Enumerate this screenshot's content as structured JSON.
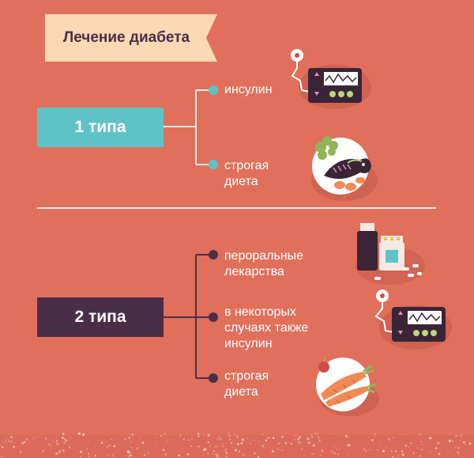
{
  "title": "Лечение диабета",
  "types": [
    {
      "label": "1 типа",
      "treatments": [
        "инсулин",
        "строгая\nдиета"
      ]
    },
    {
      "label": "2 типа",
      "treatments": [
        "пероральные\nлекарства",
        "в некоторых\nслучаях также\nинсулин",
        "строгая\nдиета"
      ]
    }
  ],
  "colors": {
    "background": "#e0705c",
    "type1": "#5ec3c6",
    "type2": "#4a2e47",
    "banner": "#fbd9b5",
    "line_light": "#f4e9e3"
  },
  "icons": [
    "insulin-pump-icon",
    "fish-plate-icon",
    "pill-bottles-icon",
    "insulin-pump-icon",
    "carrot-plate-icon"
  ]
}
